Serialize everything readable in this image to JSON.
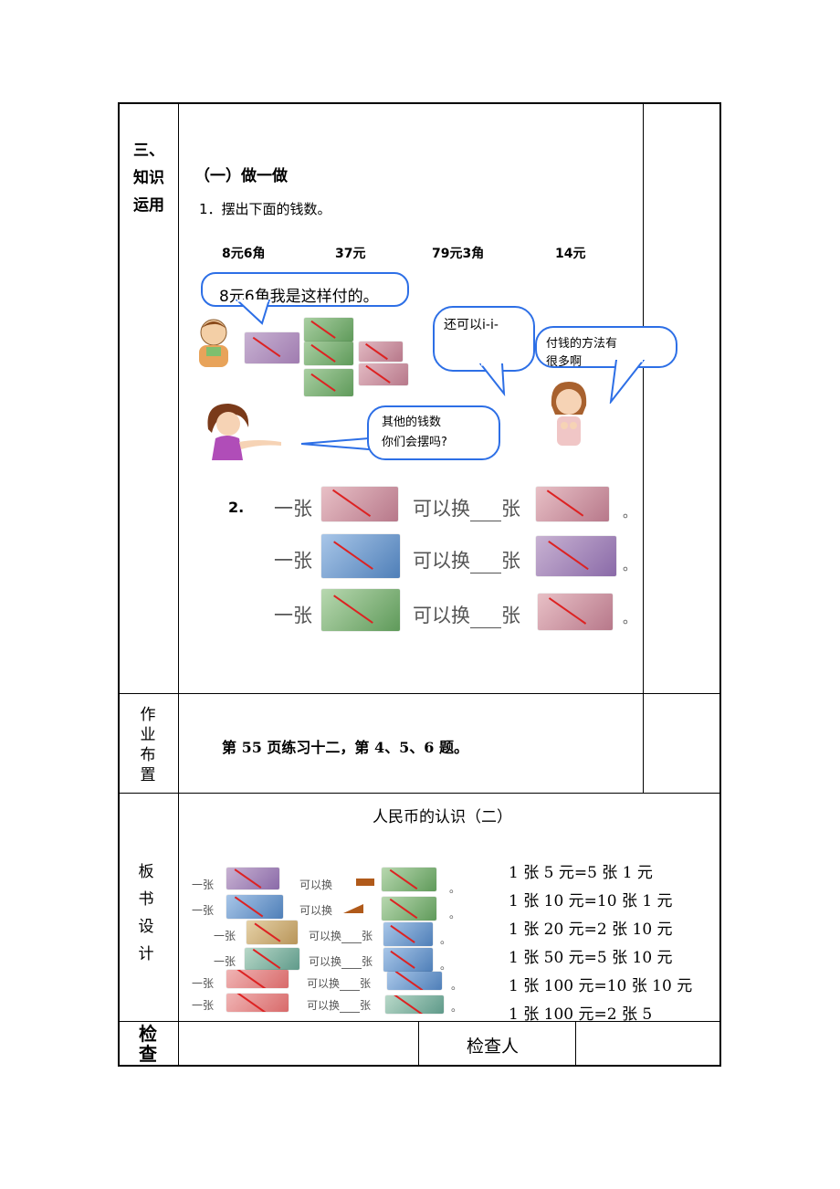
{
  "section3": {
    "label_line1": "三、",
    "label_line2": "知识",
    "label_line3": "运用",
    "sub_heading": "（一）做一做",
    "q1": "1．摆出下面的钱数。",
    "amounts": [
      "8元6角",
      "37元",
      "79元3角",
      "14元"
    ],
    "bubble1": "8元6角我是这样付的。",
    "bubble2": "还可以ⅰ-ⅰ-",
    "bubble3_line1": "付钱的方法有",
    "bubble3_line2": "很多啊",
    "bubble4_line1": "其他的钱数",
    "bubble4_line2": "你们会摆吗?",
    "q2_num": "2.",
    "exchange_rows": [
      {
        "left": "一张",
        "middle": "可以换",
        "right": "张",
        "end": "。"
      },
      {
        "left": "一张",
        "middle": "可以换",
        "right": "张",
        "end": "。"
      },
      {
        "left": "一张",
        "middle": "可以换",
        "right": "张",
        "end": "。"
      }
    ]
  },
  "homework": {
    "label": [
      "作",
      "业",
      "布",
      "置"
    ],
    "text": "第 55 页练习十二，第 4、5、6 题。"
  },
  "board": {
    "label": [
      "板",
      "书",
      "设",
      "计"
    ],
    "title": "人民币的认识（二）",
    "rows": [
      {
        "left": "一张",
        "middle": "可以换",
        "end": "。"
      },
      {
        "left": "一张",
        "middle": "可以换",
        "end": "。"
      },
      {
        "left": "一张",
        "middle": "可以换",
        "right": "张",
        "end": "。"
      },
      {
        "left": "一张",
        "middle": "可以换",
        "right": "张",
        "end": "。"
      },
      {
        "left": "一张",
        "middle": "可以换",
        "right": "张",
        "end": "。"
      },
      {
        "left": "一张",
        "middle": "可以换",
        "right": "张",
        "end": "。"
      }
    ],
    "equations": [
      "1 张 5 元=5 张 1 元",
      "1 张 10 元=10 张 1 元",
      "1 张 20 元=2 张 10 元",
      "1 张 50 元=5 张 10 元",
      "1 张 100 元=10 张 10 元",
      "1 张 100 元=2 张 5"
    ]
  },
  "check": {
    "label_line1": "检",
    "label_line2": "查",
    "checker": "检查人"
  },
  "colors": {
    "bubble_border": "#2d6fe6",
    "note_green": "#7fae6e",
    "note_purple": "#b78aa0",
    "note_blue": "#7e9ec8",
    "note_red": "#d97a7a"
  }
}
